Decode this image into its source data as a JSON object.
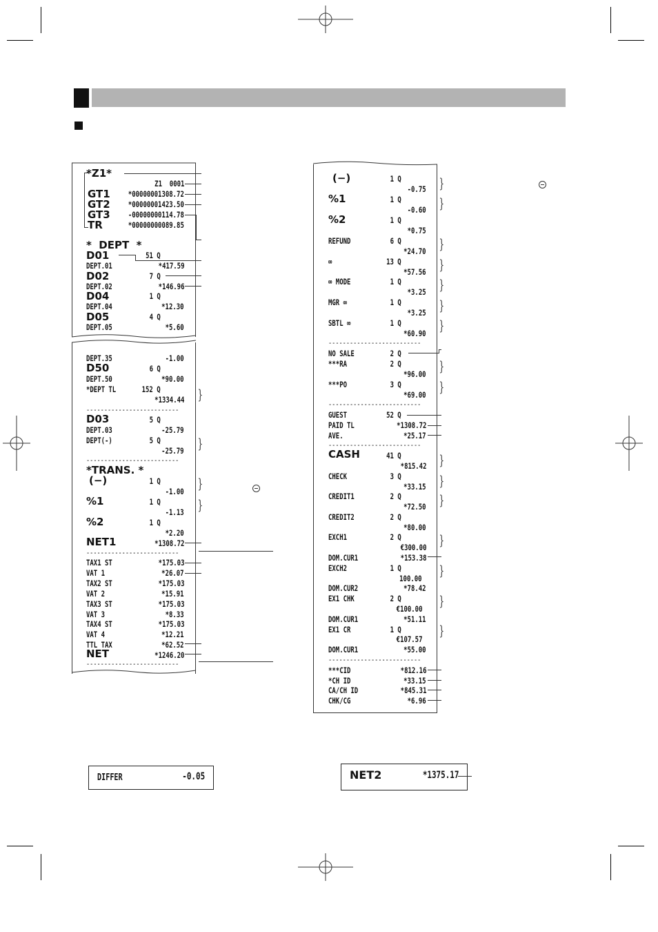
{
  "z1_receipt_part1": {
    "header": "*Z1*",
    "z_counter": "Z1  0001",
    "gt": [
      {
        "label": "GT1",
        "value": "*00000001308.72"
      },
      {
        "label": "GT2",
        "value": "*00000001423.50"
      },
      {
        "label": "GT3",
        "value": "-00000000114.78"
      },
      {
        "label": "TR",
        "value": "*00000000089.85"
      }
    ],
    "dept_header": "*  DEPT  *",
    "dept_lines": [
      {
        "code": "D01",
        "count": "51 Q",
        "name": "DEPT.01",
        "amount": "*417.59"
      },
      {
        "code": "D02",
        "count": "7 Q",
        "name": "DEPT.02",
        "amount": "*146.96"
      },
      {
        "code": "D04",
        "count": "1 Q",
        "name": "DEPT.04",
        "amount": "*12.30"
      },
      {
        "code": "D05",
        "count": "4 Q",
        "name": "DEPT.05",
        "amount": "*5.60"
      }
    ]
  },
  "z1_receipt_part2": {
    "lines_top": [
      {
        "left": "DEPT.35",
        "right": "-1.00"
      },
      {
        "big": "D50",
        "right": "6 Q"
      },
      {
        "left": "DEPT.50",
        "right": "*90.00"
      },
      {
        "left": "*DEPT TL",
        "right": "152 Q"
      },
      {
        "left": "",
        "right": "*1334.44"
      }
    ],
    "lines_mid": [
      {
        "big": "D03",
        "right": "5 Q"
      },
      {
        "left": "DEPT.03",
        "right": "-25.79"
      },
      {
        "left": "DEPT(-)",
        "right": "5 Q"
      },
      {
        "left": "",
        "right": "-25.79"
      }
    ],
    "trans_header": "*TRANS. *",
    "trans_lines": [
      {
        "big": "(−)",
        "right": "1 Q"
      },
      {
        "left": "",
        "right": "-1.00"
      },
      {
        "big": "%1",
        "right": "1 Q"
      },
      {
        "left": "",
        "right": "-1.13"
      },
      {
        "big": "%2",
        "right": "1 Q"
      },
      {
        "left": "",
        "right": "*2.20"
      },
      {
        "big": "NET1",
        "right": "*1308.72"
      }
    ],
    "tax_lines": [
      {
        "left": "TAX1 ST",
        "right": "*175.03"
      },
      {
        "left": "VAT 1",
        "right": "*26.07"
      },
      {
        "left": "TAX2 ST",
        "right": "*175.03"
      },
      {
        "left": "VAT 2",
        "right": "*15.91"
      },
      {
        "left": "TAX3 ST",
        "right": "*175.03"
      },
      {
        "left": "VAT 3",
        "right": "*8.33"
      },
      {
        "left": "TAX4 ST",
        "right": "*175.03"
      },
      {
        "left": "VAT 4",
        "right": "*12.21"
      },
      {
        "left": "TTL TAX",
        "right": "*62.52"
      },
      {
        "big": "NET",
        "right": "*1246.20"
      }
    ]
  },
  "right_receipt": {
    "lines_a": [
      {
        "big": "(−)",
        "right": "1 Q"
      },
      {
        "left": "",
        "right": "-0.75"
      },
      {
        "big": "%1",
        "right": "1 Q"
      },
      {
        "left": "",
        "right": "-0.60"
      },
      {
        "big": "%2",
        "right": "1 Q"
      },
      {
        "left": "",
        "right": "*0.75"
      },
      {
        "left": "REFUND",
        "right": "6 Q"
      },
      {
        "left": "",
        "right": "*24.70"
      },
      {
        "left": "∞",
        "right": "13 Q"
      },
      {
        "left": "",
        "right": "*57.56"
      },
      {
        "left": "∞ MODE",
        "right": "1 Q"
      },
      {
        "left": "",
        "right": "*3.25"
      },
      {
        "left": "MGR ∞",
        "right": "1 Q"
      },
      {
        "left": "",
        "right": "*3.25"
      },
      {
        "left": "SBTL ∞",
        "right": "1 Q"
      },
      {
        "left": "",
        "right": "*60.90"
      }
    ],
    "lines_b": [
      {
        "left": "NO SALE",
        "right": "2 Q"
      },
      {
        "left": "***RA",
        "right": "2 Q"
      },
      {
        "left": "",
        "right": "*96.00"
      },
      {
        "left": "***PO",
        "right": "3 Q"
      },
      {
        "left": "",
        "right": "*69.00"
      }
    ],
    "lines_c": [
      {
        "left": "GUEST",
        "right": "52 Q"
      },
      {
        "left": "PAID TL",
        "right": "*1308.72"
      },
      {
        "left": "AVE.",
        "right": "*25.17"
      }
    ],
    "lines_d": [
      {
        "big": "CASH",
        "right": "41 Q"
      },
      {
        "left": "",
        "right": "*815.42"
      },
      {
        "left": "CHECK",
        "right": "3 Q"
      },
      {
        "left": "",
        "right": "*33.15"
      },
      {
        "left": "CREDIT1",
        "right": "2 Q"
      },
      {
        "left": "",
        "right": "*72.50"
      },
      {
        "left": "CREDIT2",
        "right": "2 Q"
      },
      {
        "left": "",
        "right": "*80.00"
      },
      {
        "left": "EXCH1",
        "right": "2 Q"
      },
      {
        "left": "",
        "right": "€300.00"
      },
      {
        "left": "DOM.CUR1",
        "right": "*153.38"
      },
      {
        "left": "EXCH2",
        "right": "1 Q"
      },
      {
        "left": "",
        "right": "100.00"
      },
      {
        "left": "DOM.CUR2",
        "right": "*78.42"
      },
      {
        "left": "EX1 CHK",
        "right": "2 Q"
      },
      {
        "left": "",
        "right": "€100.00"
      },
      {
        "left": "DOM.CUR1",
        "right": "*51.11"
      },
      {
        "left": "EX1 CR",
        "right": "1 Q"
      },
      {
        "left": "",
        "right": "€107.57"
      },
      {
        "left": "DOM.CUR1",
        "right": "*55.00"
      }
    ],
    "lines_e": [
      {
        "left": "***CID",
        "right": "*812.16"
      },
      {
        "left": "*CH ID",
        "right": "*33.15"
      },
      {
        "left": "CA/CH ID",
        "right": "*845.31"
      },
      {
        "left": "CHK/CG",
        "right": "*6.96"
      }
    ]
  },
  "differ_box": {
    "label": "DIFFER",
    "value": "-0.05"
  },
  "net2_box": {
    "label": "NET2",
    "value": "*1375.17"
  },
  "dashes": "--------------------------"
}
